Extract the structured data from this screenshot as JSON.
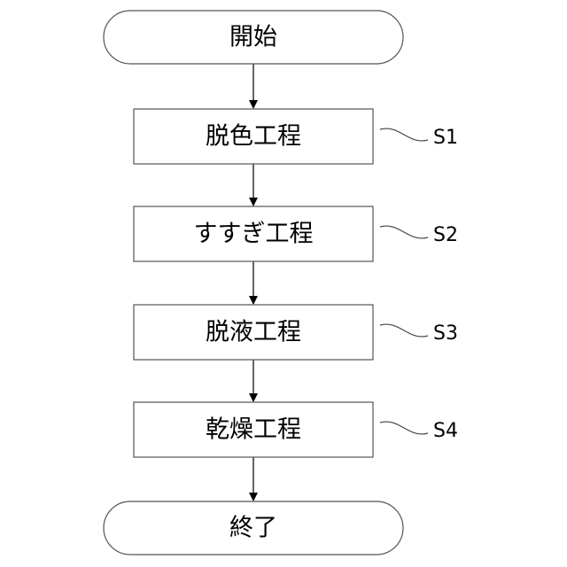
{
  "nodes": [
    {
      "id": "start",
      "shape": "terminal",
      "label": "開始"
    },
    {
      "id": "s1",
      "shape": "process",
      "label": "脱色工程",
      "step": "S1"
    },
    {
      "id": "s2",
      "shape": "process",
      "label": "すすぎ工程",
      "step": "S2"
    },
    {
      "id": "s3",
      "shape": "process",
      "label": "脱液工程",
      "step": "S3"
    },
    {
      "id": "s4",
      "shape": "process",
      "label": "乾燥工程",
      "step": "S4"
    },
    {
      "id": "end",
      "shape": "terminal",
      "label": "終了"
    }
  ],
  "edges": [
    {
      "from": "start",
      "to": "s1"
    },
    {
      "from": "s1",
      "to": "s2"
    },
    {
      "from": "s2",
      "to": "s3"
    },
    {
      "from": "s3",
      "to": "s4"
    },
    {
      "from": "s4",
      "to": "end"
    }
  ]
}
